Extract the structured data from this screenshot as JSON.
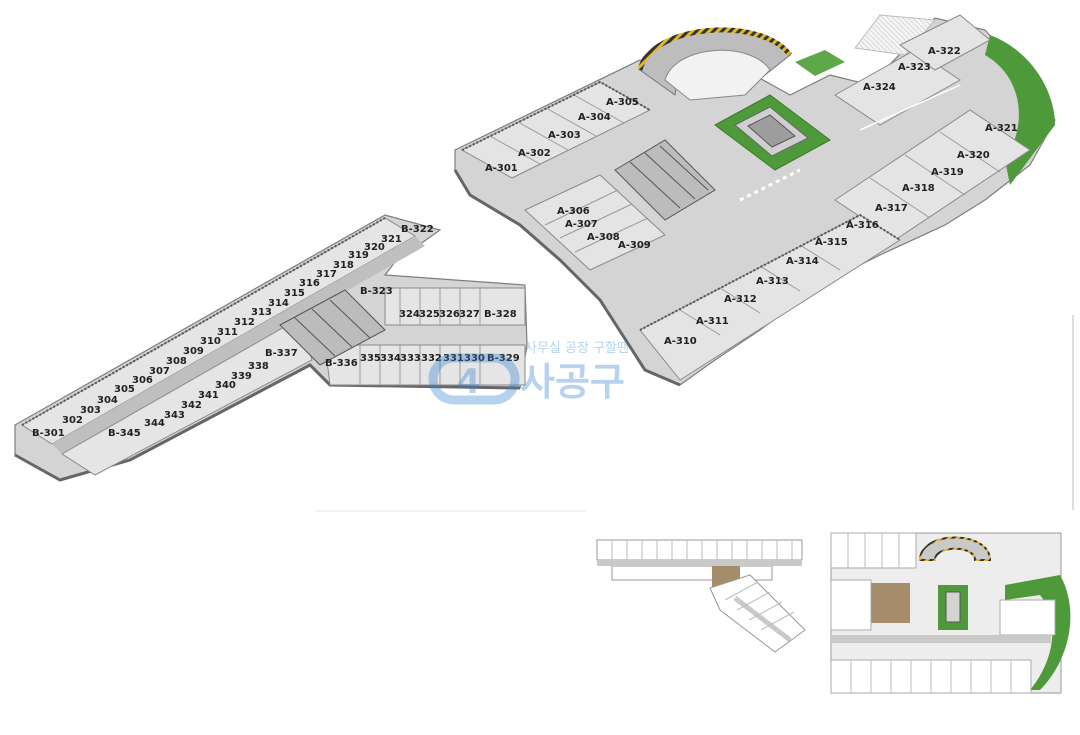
{
  "building_a": {
    "units": [
      "A-301",
      "A-302",
      "A-303",
      "A-304",
      "A-305",
      "A-306",
      "A-307",
      "A-308",
      "A-309",
      "A-310",
      "A-311",
      "A-312",
      "A-313",
      "A-314",
      "A-315",
      "A-316",
      "A-317",
      "A-318",
      "A-319",
      "A-320",
      "A-321",
      "A-322",
      "A-323",
      "A-324"
    ]
  },
  "building_b": {
    "units": [
      "B-301",
      "302",
      "303",
      "304",
      "305",
      "306",
      "307",
      "308",
      "309",
      "310",
      "311",
      "312",
      "313",
      "314",
      "315",
      "316",
      "317",
      "318",
      "319",
      "320",
      "321",
      "B-322",
      "B-323",
      "324",
      "325",
      "326",
      "327",
      "B-328",
      "B-329",
      "330",
      "331",
      "332",
      "333",
      "334",
      "335",
      "B-336",
      "B-337",
      "338",
      "339",
      "340",
      "341",
      "342",
      "343",
      "344",
      "B-345"
    ]
  },
  "watermark": {
    "tagline": "사무실 공장 구할땐",
    "number": "4",
    "brand": "사공구"
  },
  "colors": {
    "unit_floor": "#e3e3e3",
    "corridor": "#c9c9c9",
    "wall": "#8f8f8f",
    "garden": "#4e9a3a",
    "ramp_stripe": "#e2b72a",
    "watermark": "#2f7fd1"
  }
}
